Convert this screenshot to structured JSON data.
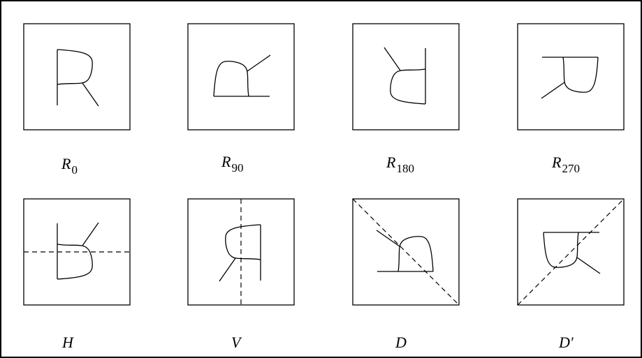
{
  "panels": [
    {
      "id": "r0",
      "symbol": "R",
      "subscript": "0"
    },
    {
      "id": "r90",
      "symbol": "R",
      "subscript": "90"
    },
    {
      "id": "r180",
      "symbol": "R",
      "subscript": "180"
    },
    {
      "id": "r270",
      "symbol": "R",
      "subscript": "270"
    },
    {
      "id": "h",
      "symbol": "H",
      "subscript": ""
    },
    {
      "id": "v",
      "symbol": "V",
      "subscript": ""
    },
    {
      "id": "d",
      "symbol": "D",
      "subscript": ""
    },
    {
      "id": "dp",
      "symbol": "D′",
      "subscript": ""
    }
  ],
  "colors": {
    "ink": "#000000",
    "background": "#ffffff"
  }
}
